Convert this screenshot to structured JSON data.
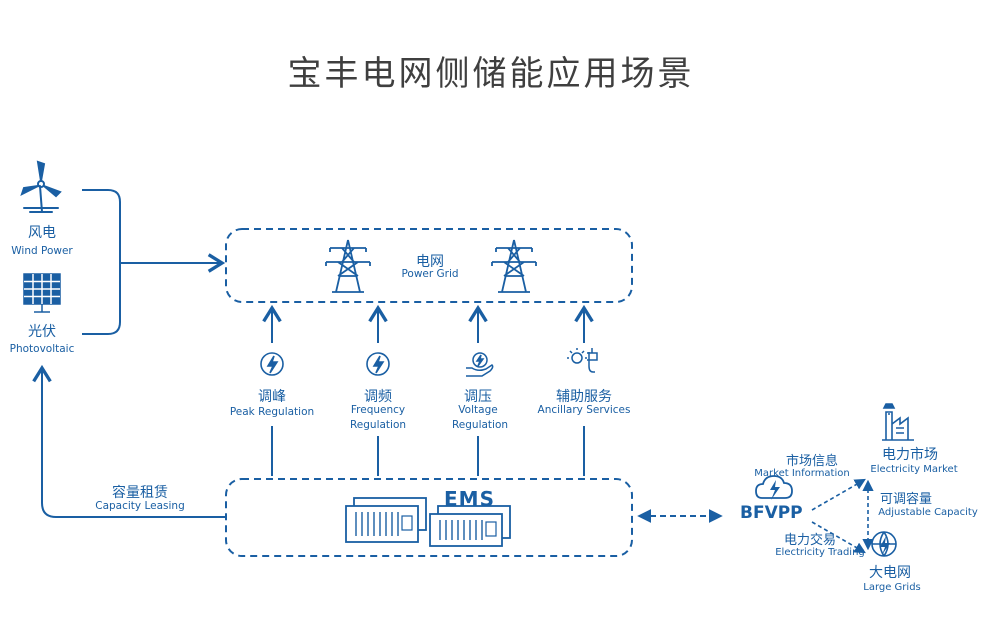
{
  "title": "宝丰电网侧储能应用场景",
  "sources": [
    {
      "zh": "风电",
      "en": "Wind Power",
      "icon": "wind-turbine-icon"
    },
    {
      "zh": "光伏",
      "en": "Photovoltaic",
      "icon": "solar-panel-icon"
    }
  ],
  "grid": {
    "zh": "电网",
    "en": "Power Grid",
    "icon": "transmission-tower-icon"
  },
  "services": [
    {
      "zh": "调峰",
      "en": "Peak Regulation",
      "icon": "lightning-icon"
    },
    {
      "zh": "调频",
      "en_lines": [
        "Frequency",
        "Regulation"
      ],
      "icon": "lightning-icon"
    },
    {
      "zh": "调压",
      "en_lines": [
        "Voltage",
        "Regulation"
      ],
      "icon": "hand-lightning-icon"
    },
    {
      "zh": "辅助服务",
      "en": "Ancillary Services",
      "icon": "bulb-plug-icon"
    }
  ],
  "ems": {
    "label": "EMS",
    "icon": "battery-container-icon"
  },
  "leasing": {
    "zh": "容量租赁",
    "en": "Capacity Leasing"
  },
  "bfvpp": {
    "label": "BFVPP",
    "icon": "cloud-lightning-icon",
    "market_info": {
      "zh": "市场信息",
      "en": "Market Information"
    },
    "electricity_market": {
      "zh": "电力市场",
      "en": "Electricity Market",
      "icon": "factory-icon"
    },
    "adjustable_capacity": {
      "zh": "可调容量",
      "en": "Adjustable Capacity"
    },
    "electricity_trading": {
      "zh": "电力交易",
      "en": "Electricity Trading"
    },
    "large_grids": {
      "zh": "大电网",
      "en": "Large Grids",
      "icon": "globe-lightning-icon"
    }
  },
  "colors": {
    "accent": "#1a5fa3",
    "title": "#3f3f3f",
    "background": "#ffffff"
  }
}
